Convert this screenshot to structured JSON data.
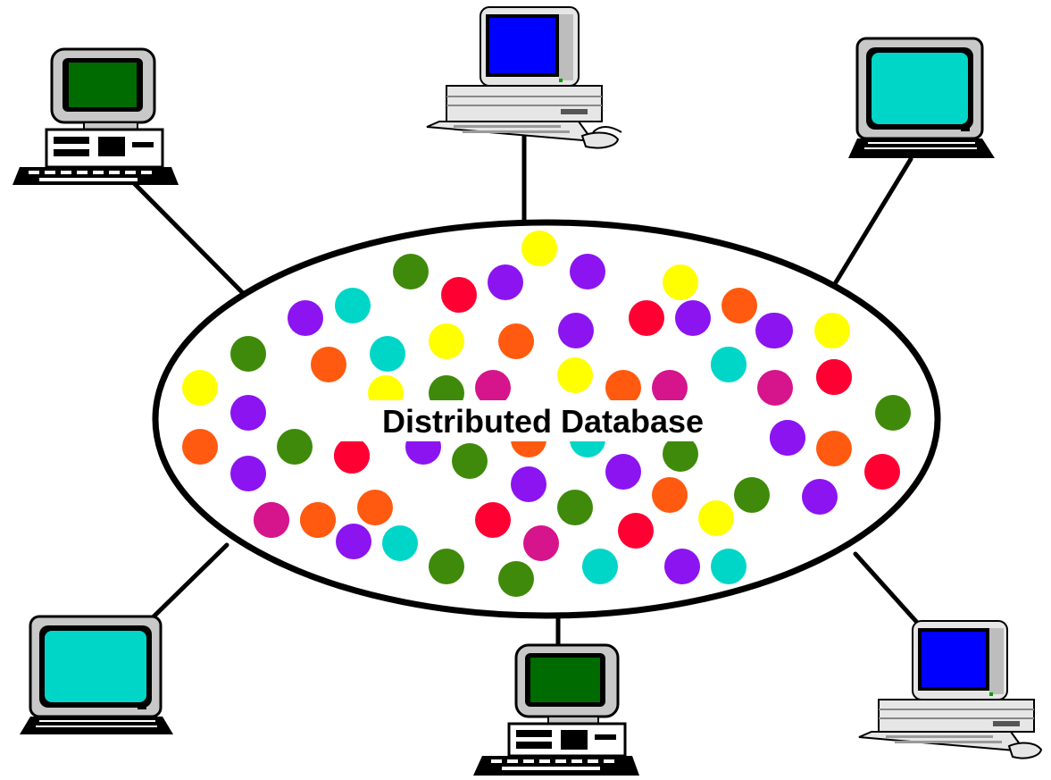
{
  "title": "Distributed Database",
  "colors": {
    "outline": "#000000",
    "background": "#ffffff",
    "label_box": "#ffffff",
    "screen_green": "#006b00",
    "screen_blue": "#0000ff",
    "screen_cyan": "#00d6c8",
    "case_gray": "#c8c8c8",
    "case_light": "#e6e6e6",
    "dot_palette": {
      "green": "#3f8a0a",
      "purple": "#8b14f0",
      "yellow": "#ffff00",
      "red": "#ff0033",
      "orange": "#ff5a0f",
      "cyan": "#00d6c8",
      "magenta": "#d6148c"
    }
  },
  "computers": [
    {
      "id": "top-left",
      "style": "desktop-tower",
      "screen": "screen_green"
    },
    {
      "id": "top-center",
      "style": "desktop-beige",
      "screen": "screen_blue"
    },
    {
      "id": "top-right",
      "style": "laptop",
      "screen": "screen_cyan"
    },
    {
      "id": "bottom-left",
      "style": "laptop",
      "screen": "screen_cyan"
    },
    {
      "id": "bottom-center",
      "style": "desktop-tower",
      "screen": "screen_green"
    },
    {
      "id": "bottom-right",
      "style": "desktop-beige",
      "screen": "screen_blue"
    }
  ],
  "dots": [
    "yellow",
    "green",
    "purple",
    "purple",
    "red",
    "cyan",
    "purple",
    "yellow",
    "red",
    "purple",
    "orange",
    "yellow",
    "orange",
    "purple",
    "green",
    "cyan",
    "orange",
    "purple",
    "purple",
    "cyan",
    "yellow",
    "red",
    "yellow",
    "cyan",
    "magenta",
    "yellow",
    "orange",
    "magenta",
    "red",
    "magenta",
    "purple",
    "orange",
    "green",
    "red",
    "purple",
    "green",
    "orange",
    "cyan",
    "purple",
    "green",
    "purple",
    "orange",
    "red",
    "purple",
    "green",
    "magenta",
    "orange",
    "orange",
    "red",
    "green",
    "yellow",
    "purple",
    "purple",
    "cyan",
    "magenta",
    "red",
    "cyan",
    "green",
    "green",
    "purple",
    "cyan",
    "yellow",
    "magenta",
    "orange",
    "orange",
    "green",
    "purple",
    "red",
    "purple",
    "green"
  ]
}
